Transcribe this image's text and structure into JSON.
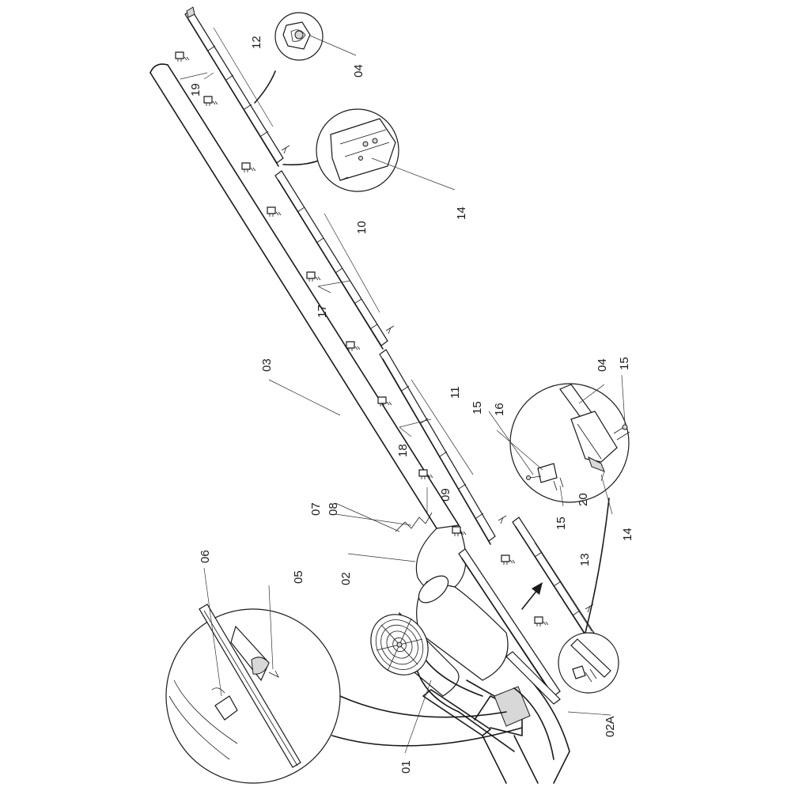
{
  "labels": {
    "p01": "01",
    "p02": "02",
    "p02a": "02A",
    "p03": "03",
    "p04_top": "04",
    "p04_right": "04",
    "p05": "05",
    "p06": "06",
    "p07": "07",
    "p08": "08",
    "p09": "09",
    "p10": "10",
    "p11": "11",
    "p12": "12",
    "p13": "13",
    "p14_top": "14",
    "p14_right": "14",
    "p15_a": "15",
    "p15_b": "15",
    "p15_c": "15",
    "p16": "16",
    "p17": "17",
    "p18": "18",
    "p19": "19",
    "p20": "20"
  }
}
